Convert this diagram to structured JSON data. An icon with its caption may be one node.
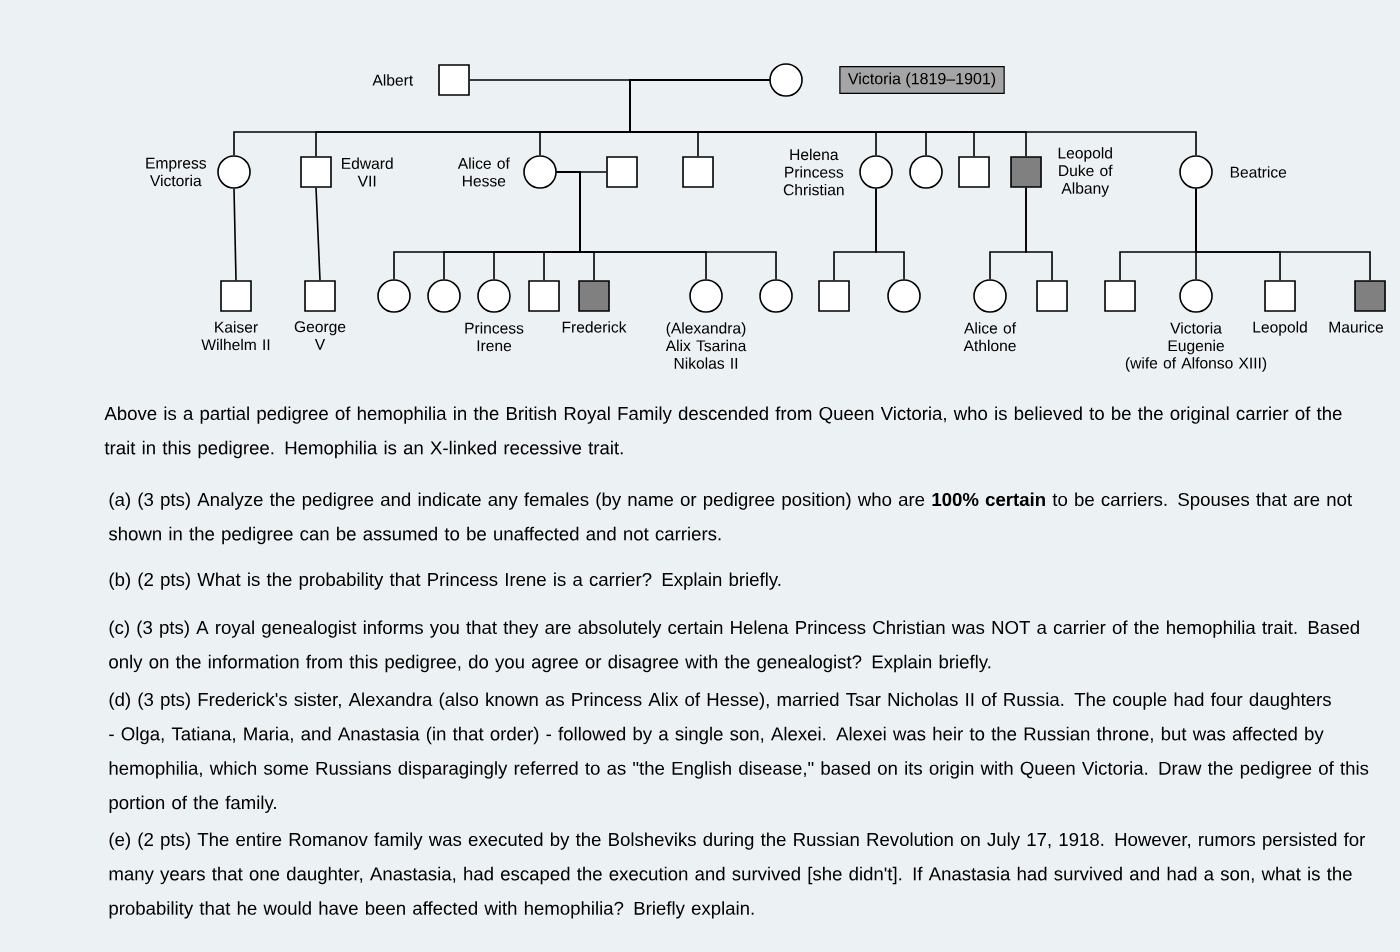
{
  "diagram": {
    "nodes": [
      {
        "text": [],
        "shape": "box",
        "beside": [
          "Albert"
        ]
      },
      {
        "text": [],
        "shape": "circle"
      },
      {
        "text": [
          "Victoria (1819–1901)"
        ]
      },
      {
        "text": [],
        "shape": "circle",
        "beside": [
          "Empress Victoria"
        ]
      },
      {
        "text": [],
        "shape": "box",
        "beside": [
          "Edward VII"
        ]
      },
      {
        "text": [],
        "shape": "circle",
        "beside": [
          "Alice of Hesse"
        ]
      },
      {
        "text": [],
        "shape": "box"
      },
      {
        "text": [],
        "shape": "box"
      },
      {
        "text": [],
        "shape": "circle",
        "beside": [
          "Helena Princess Christian"
        ]
      },
      {
        "text": [],
        "shape": "circle"
      },
      {
        "text": [],
        "shape": "box"
      },
      {
        "text": [],
        "shape": "shaded-box",
        "beside": [
          "Leopold Duke of Albany"
        ]
      },
      {
        "text": [],
        "shape": "circle",
        "beside": [
          "Beatrice"
        ]
      },
      {
        "text": [],
        "shape": "box",
        "beside": [
          "Kaiser Wilhelm II"
        ]
      },
      {
        "text": [],
        "shape": "box",
        "beside": [
          "George V"
        ]
      },
      {
        "text": [],
        "shape": "circle"
      },
      {
        "text": [],
        "shape": "circle"
      },
      {
        "text": [],
        "shape": "circle",
        "beside": [
          "Princess Irene"
        ]
      },
      {
        "text": [],
        "shape": "box"
      },
      {
        "text": [],
        "shape": "shaded-box",
        "beside": [
          "Frederick"
        ]
      },
      {
        "text": [],
        "shape": "circle",
        "beside": [
          "(Alexandra) Alix Tsarina Nikolas II"
        ]
      },
      {
        "text": [],
        "shape": "circle"
      },
      {
        "text": [],
        "shape": "box"
      },
      {
        "text": [],
        "shape": "circle"
      },
      {
        "text": [],
        "shape": "circle",
        "beside": [
          "Alice of Athlone"
        ]
      },
      {
        "text": [],
        "shape": "box"
      },
      {
        "text": [],
        "shape": "box"
      },
      {
        "text": [],
        "shape": "circle",
        "beside": [
          "Victoria Eugenie",
          "(wife of Alfonso XIII)"
        ]
      },
      {
        "text": [],
        "shape": "box",
        "beside": [
          "Leopold"
        ]
      },
      {
        "text": [],
        "shape": "shaded-box",
        "beside": [
          "Maurice"
        ]
      }
    ],
    "edges": [
      {
        "from": 0,
        "to": 1,
        "arrow": "none"
      },
      {
        "from": 1,
        "to": 3,
        "arrow": "none"
      },
      {
        "from": 1,
        "to": 4,
        "arrow": "none"
      },
      {
        "from": 1,
        "to": 5,
        "arrow": "none"
      },
      {
        "from": 1,
        "to": 7,
        "arrow": "none"
      },
      {
        "from": 1,
        "to": 8,
        "arrow": "none"
      },
      {
        "from": 1,
        "to": 9,
        "arrow": "none"
      },
      {
        "from": 1,
        "to": 10,
        "arrow": "none"
      },
      {
        "from": 1,
        "to": 11,
        "arrow": "none"
      },
      {
        "from": 1,
        "to": 12,
        "arrow": "none"
      },
      {
        "from": 5,
        "to": 6,
        "arrow": "none"
      },
      {
        "from": 3,
        "to": 13,
        "arrow": "none"
      },
      {
        "from": 4,
        "to": 14,
        "arrow": "none"
      },
      {
        "from": 5,
        "to": 15,
        "arrow": "none"
      },
      {
        "from": 5,
        "to": 16,
        "arrow": "none"
      },
      {
        "from": 5,
        "to": 17,
        "arrow": "none"
      },
      {
        "from": 5,
        "to": 18,
        "arrow": "none"
      },
      {
        "from": 5,
        "to": 19,
        "arrow": "none"
      },
      {
        "from": 5,
        "to": 20,
        "arrow": "none"
      },
      {
        "from": 5,
        "to": 21,
        "arrow": "none"
      },
      {
        "from": 8,
        "to": 22,
        "arrow": "none"
      },
      {
        "from": 8,
        "to": 23,
        "arrow": "none"
      },
      {
        "from": 11,
        "to": 24,
        "arrow": "none"
      },
      {
        "from": 11,
        "to": 25,
        "arrow": "none"
      },
      {
        "from": 12,
        "to": 26,
        "arrow": "none"
      },
      {
        "from": 12,
        "to": 27,
        "arrow": "none"
      },
      {
        "from": 12,
        "to": 28,
        "arrow": "none"
      },
      {
        "from": 12,
        "to": 29,
        "arrow": "none"
      }
    ],
    "labels": [
      "Above is a partial pedigree of hemophilia in the British Royal Family descended from Queen Victoria, who is believed to be the original carrier of the trait in this pedigree. Hemophilia is an X-linked recessive trait.",
      "(a) (3 pts) Analyze the pedigree and indicate any females (by name or pedigree position) who are **100% certain** to be carriers. Spouses that are not shown in the pedigree can be assumed to be unaffected and not carriers.",
      "(b) (2 pts) What is the probability that Princess Irene is a carrier? Explain briefly.",
      "(c) (3 pts) A royal genealogist informs you that they are absolutely certain Helena Princess Christian was NOT a carrier of the hemophilia trait. Based only on the information from this pedigree, do you agree or disagree with the genealogist? Explain briefly.",
      "(d) (3 pts) Frederick's sister, Alexandra (also known as Princess Alix of Hesse), married Tsar Nicholas II of Russia. The couple had four daughters - Olga, Tatiana, Maria, and Anastasia (in that order) - followed by a single son, Alexei. Alexei was heir to the Russian throne, but was affected by hemophilia, which some Russians disparagingly referred to as \"the English disease,\" based on its origin with Queen Victoria. Draw the pedigree of this portion of the family.",
      "(e) (2 pts) The entire Romanov family was executed by the Bolsheviks during the Russian Revolution on July 17, 1918. However, rumors persisted for many years that one daughter, Anastasia, had escaped the execution and survived [she didn't]. If Anastasia had survived and had a son, what is the probability that he would have been affected with hemophilia? Briefly explain."
    ]
  }
}
